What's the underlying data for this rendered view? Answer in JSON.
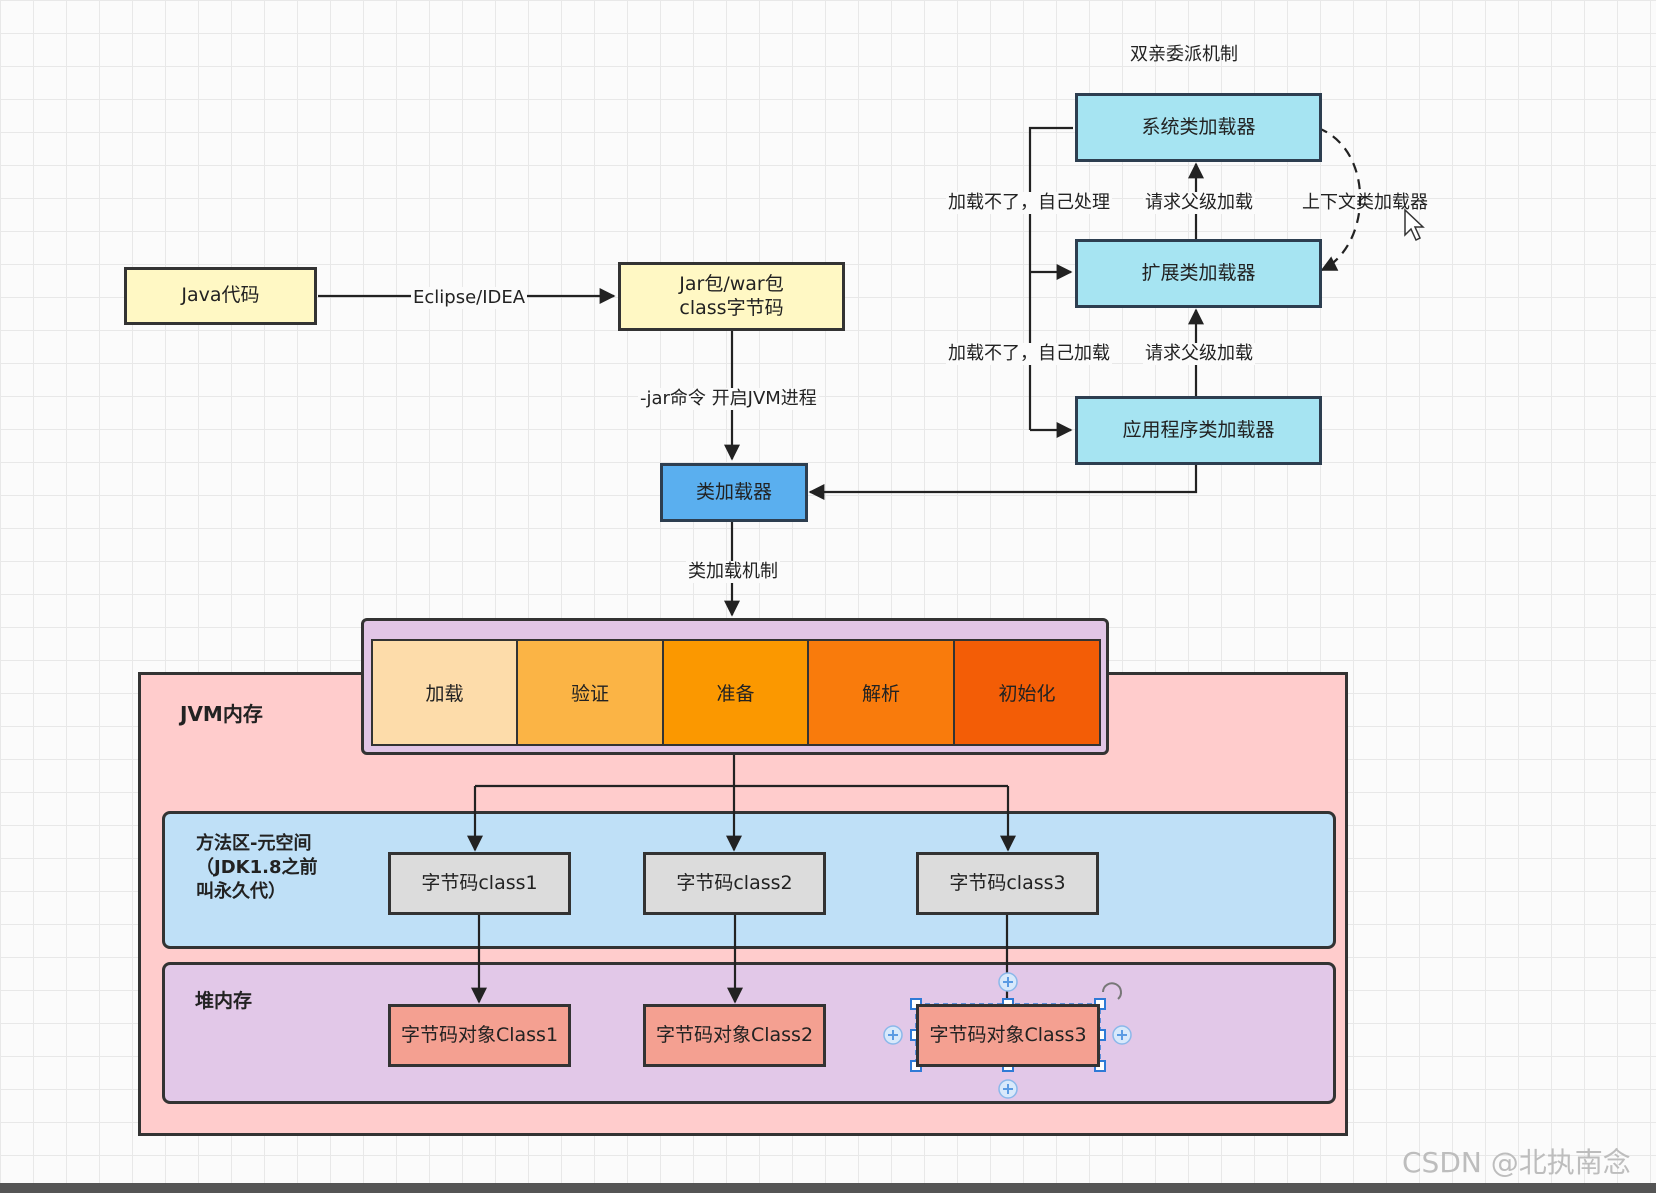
{
  "title": "双亲委派机制",
  "nodes": {
    "java_code": "Java代码",
    "jar": "Jar包/war包\nclass字节码",
    "class_loader": "类加载器",
    "system_loader": "系统类加载器",
    "ext_loader": "扩展类加载器",
    "app_loader": "应用程序类加载器"
  },
  "edges": {
    "eclipse": "Eclipse/IDEA",
    "jar_cmd": "-jar命令 开启JVM进程",
    "load_mechanism": "类加载机制",
    "cant_load_self_handle": "加载不了，自己处理",
    "request_parent_1": "请求父级加载",
    "context_loader": "上下文类加载器",
    "cant_load_self_load": "加载不了，自己加载",
    "request_parent_2": "请求父级加载"
  },
  "stages": [
    "加载",
    "验证",
    "准备",
    "解析",
    "初始化"
  ],
  "jvm": {
    "title": "JVM内存",
    "method_area": "方法区-元空间\n（JDK1.8之前\n叫永久代）",
    "heap": "堆内存",
    "bytecode": [
      "字节码class1",
      "字节码class2",
      "字节码class3"
    ],
    "objects": [
      "字节码对象Class1",
      "字节码对象Class2",
      "字节码对象Class3"
    ]
  },
  "watermark": "CSDN @北执南念",
  "colors": {
    "stage_fills": [
      "#fddcaa",
      "#fbb445",
      "#fb9800",
      "#f97b0c",
      "#f35d06"
    ],
    "jvm_bg": "#ffcccc",
    "method_bg": "#bfe0f7",
    "heap_bg": "#e2c8e8",
    "stage_container_bg": "#e1c5e6"
  }
}
